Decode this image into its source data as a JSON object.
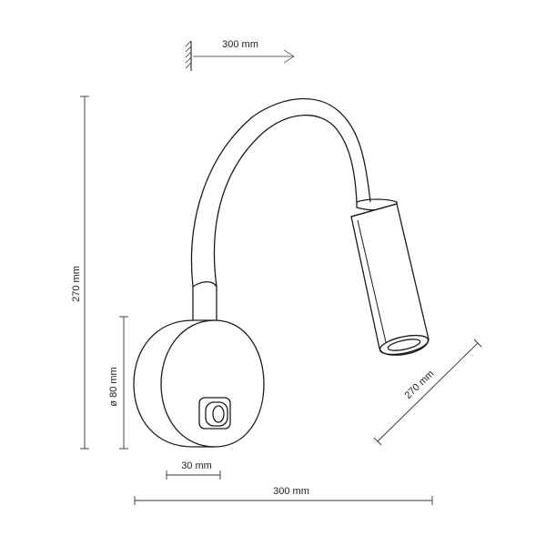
{
  "dimensions": {
    "wall_projection": "300 mm",
    "total_height": "270 mm",
    "base_diameter": "ø 80 mm",
    "base_depth": "30 mm",
    "total_width": "300 mm",
    "arm_length": "270 mm"
  },
  "colors": {
    "line": "#1a1a1a",
    "dimension_line": "#333333",
    "arrow": "#666666"
  }
}
